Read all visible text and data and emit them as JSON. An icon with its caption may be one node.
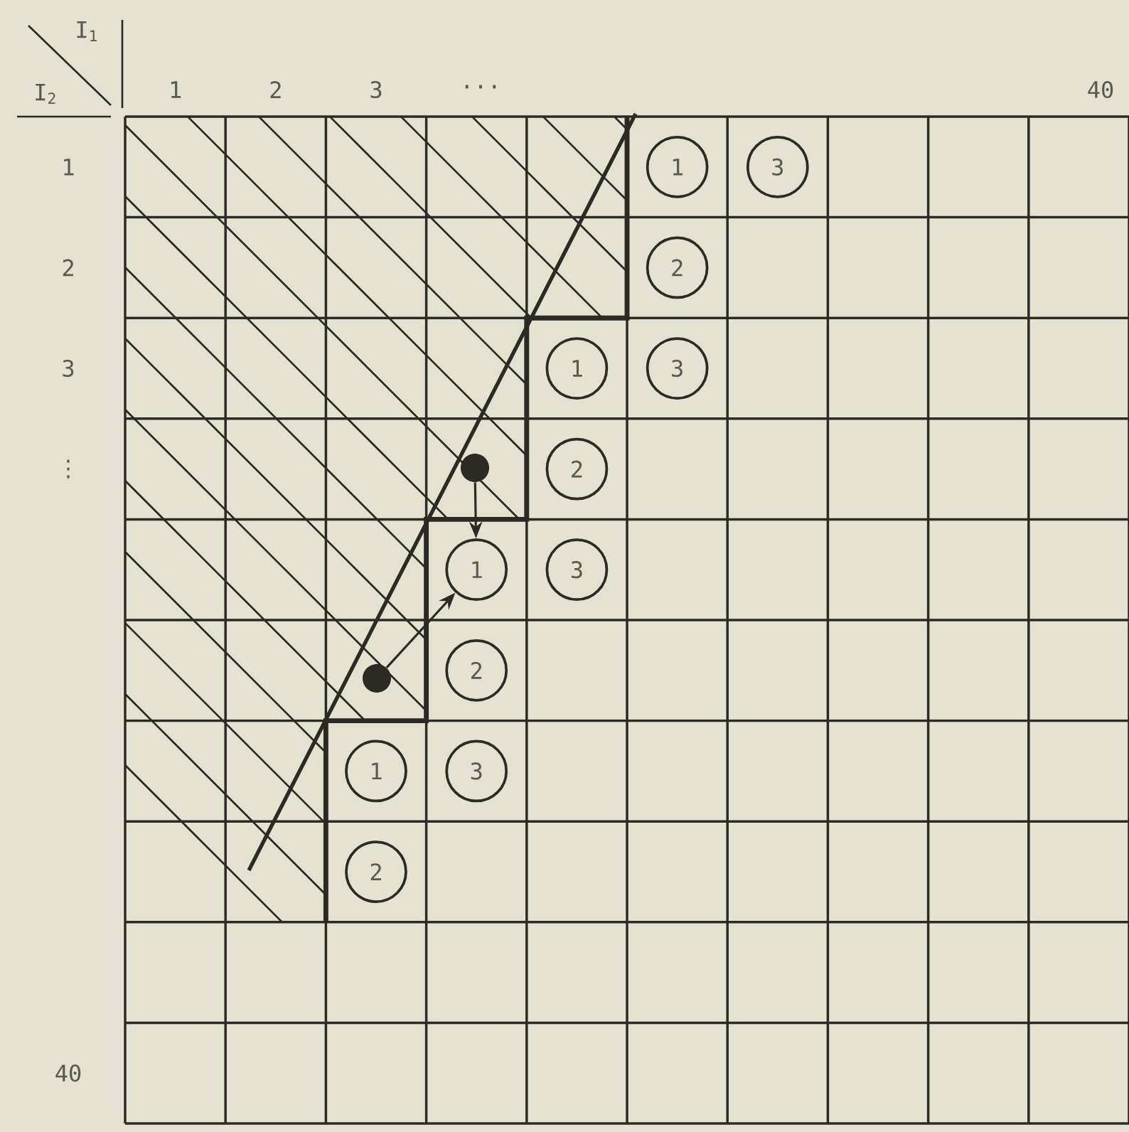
{
  "diagram": {
    "nodes": [
      {
        "text": [
          "1"
        ]
      },
      {
        "text": [
          "3"
        ]
      },
      {
        "text": [
          "2"
        ]
      },
      {
        "text": [
          "1"
        ]
      },
      {
        "text": [
          "3"
        ]
      },
      {
        "text": [],
        "shape": "circle"
      },
      {
        "text": [
          "2"
        ]
      },
      {
        "text": [
          "1"
        ]
      },
      {
        "text": [
          "3"
        ]
      },
      {
        "text": [],
        "shape": "circle"
      },
      {
        "text": [
          "2"
        ]
      },
      {
        "text": [
          "1"
        ]
      },
      {
        "text": [
          "3"
        ]
      },
      {
        "text": [
          "2"
        ]
      }
    ],
    "edges": [
      {
        "from": 5,
        "to": 7,
        "arrow": "to"
      },
      {
        "from": 9,
        "to": 7,
        "arrow": "to"
      }
    ],
    "labels": [
      "I$_{1}$",
      "I$_{2}$",
      "1",
      "2",
      "3",
      "...",
      "40",
      "1",
      "2",
      "3",
      "⋮",
      "40"
    ]
  }
}
